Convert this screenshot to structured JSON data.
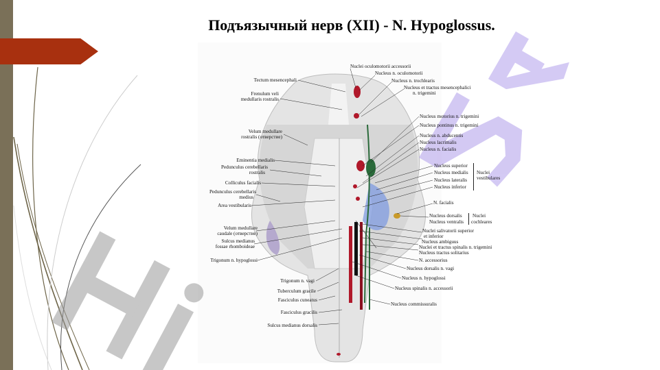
{
  "slide": {
    "title": "Подъязычный нерв (XII) - N. Hypoglossus.",
    "watermark": {
      "left": "Hi",
      "right": "24"
    }
  },
  "colors": {
    "side_bar": "#7a7058",
    "arrow": "#a8300f",
    "nucleus_red": "#b0182a",
    "nerve_green": "#2a6a3a",
    "vestibular_blue": "#7f9be0"
  },
  "figure": {
    "left_labels": [
      "Tectum mesencephali",
      "Frenulum veli",
      "medullaris rostralis",
      "Velum medullare",
      "rostralis (отверстие)",
      "Eminentia medialis",
      "Pedunculus cerebellaris",
      "rostralis",
      "Colliculus facialis",
      "Pedunculus cerebellaris",
      "medius",
      "Area vestibularis",
      "Velum medullare",
      "caudale (отверстие)",
      "Sulcus medianus",
      "fossae rhomboideae",
      "Trigonum n. hypoglossi",
      "Trigonum n. vagi",
      "Tuberculum gracile",
      "Fasciculus cuneatus",
      "Fasciculus gracilis",
      "Sulcus medianus dorsalis"
    ],
    "right_labels": [
      "Nuclei oculomotorii accessorii",
      "Nucleus n. oculomotorii",
      "Nucleus n. trochlearis",
      "Nucleus et tractus mesencephalici",
      "n. trigemini",
      "Nucleus motorius n. trigemini",
      "Nucleus pontinus n. trigemini",
      "Nucleus n. abducentis",
      "Nucleus lacrimalis",
      "Nucleus n. facialis",
      "Nucleus superior",
      "Nucleus medialis",
      "Nucleus lateralis",
      "Nucleus inferior",
      "Nuclei",
      "vestibulares",
      "N. facialis",
      "Nucleus dorsalis",
      "Nucleus ventralis",
      "Nuclei",
      "cochleares",
      "Nuclei salivatorii superior",
      "et inferior",
      "Nucleus ambiguus",
      "Nuclei et tractus spinalis n. trigemini",
      "Nucleus tractus solitarius",
      "N. accessorius",
      "Nucleus dorsalis n. vagi",
      "Nucleus n. hypoglossi",
      "Nucleus spinalis n. accessorii",
      "Nucleus commissuralis"
    ]
  }
}
